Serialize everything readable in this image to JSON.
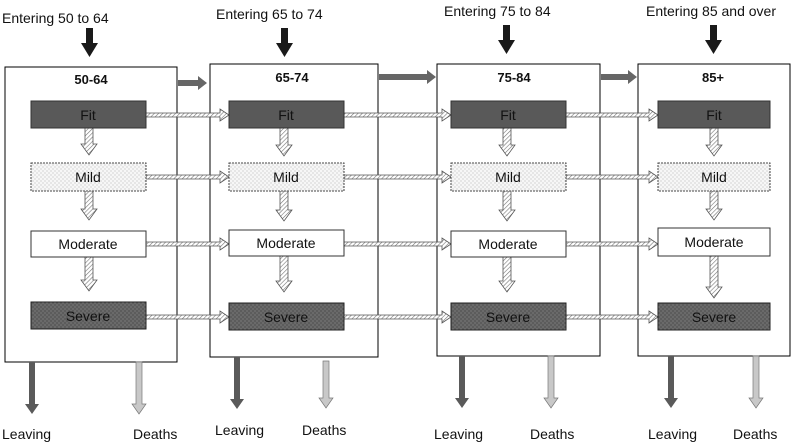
{
  "groups": [
    {
      "entering": "Entering 50 to 64",
      "title": "50-64"
    },
    {
      "entering": "Entering 65 to 74",
      "title": "65-74"
    },
    {
      "entering": "Entering 75 to 84",
      "title": "75-84"
    },
    {
      "entering": "Entering 85 and over",
      "title": "85+"
    }
  ],
  "states": [
    "Fit",
    "Mild",
    "Moderate",
    "Severe"
  ],
  "exits": {
    "leaving": "Leaving",
    "deaths": "Deaths"
  },
  "colors": {
    "fit": "#595959",
    "mild": "#f4f4f4",
    "moderate": "#ffffff",
    "severe": "#5c5c5c",
    "solid_arrow": "#1a1a1a",
    "group_arrow": "#666666",
    "leaving_arrow": "#5a5a5a",
    "deaths_arrow": "#c8c8c8"
  }
}
